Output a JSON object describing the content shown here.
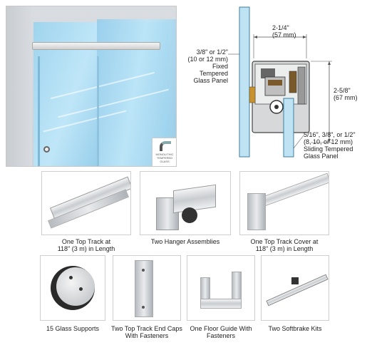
{
  "diagram": {
    "width_label": "2-1/4\"",
    "width_mm": "(57 mm)",
    "height_label": "2-5/8\"",
    "height_mm": "(67 mm)",
    "fixed_panel_line1": "3/8\" or 1/2\"",
    "fixed_panel_line2": "(10 or 12 mm)",
    "fixed_panel_line3": "Fixed Tempered",
    "fixed_panel_line4": "Glass Panel",
    "sliding_panel_line1": "5/16\", 3/8\", or 1/2\"",
    "sliding_panel_line2": "(8, 10, or 12 mm)",
    "sliding_panel_line3": "Sliding Tempered",
    "sliding_panel_line4": "Glass Panel"
  },
  "logo": {
    "line1": "MONOLITHIC",
    "line2": "TEMPERED",
    "line3": "GLASS"
  },
  "components": [
    {
      "line1": "One Top Track at",
      "line2": "118\" (3 m) in Length"
    },
    {
      "line1": "Two Hanger Assemblies",
      "line2": ""
    },
    {
      "line1": "One Top Track Cover at",
      "line2": "118\" (3 m) in Length"
    },
    {
      "line1": "15 Glass Supports",
      "line2": ""
    },
    {
      "line1": "Two Top Track End Caps",
      "line2": "With Fasteners"
    },
    {
      "line1": "One Floor Guide With",
      "line2": "Fasteners"
    },
    {
      "line1": "Two Softbrake Kits",
      "line2": ""
    }
  ]
}
